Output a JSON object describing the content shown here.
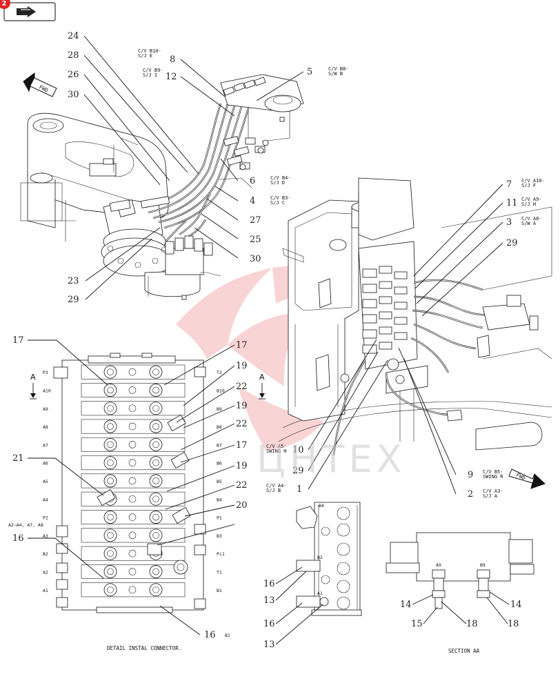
{
  "toolbar": {
    "badge": "2",
    "nav_icon": "arrow-right-icon"
  },
  "fwd_label": "FWD",
  "callouts": {
    "c24": "24",
    "c28": "28",
    "c26": "26",
    "c30a": "30",
    "c8": "8",
    "c12": "12",
    "c5": "5",
    "c6": "6",
    "c4": "4",
    "c27": "27",
    "c25": "25",
    "c30b": "30",
    "c23": "23",
    "c29a": "29",
    "c7": "7",
    "c11": "11",
    "c3": "3",
    "c29b": "29",
    "c10": "10",
    "c29c": "29",
    "c1": "1",
    "c9": "9",
    "c2": "2",
    "d17a": "17",
    "d17b": "17",
    "d19a": "19",
    "d22a": "22",
    "d19b": "19",
    "d22b": "22",
    "d17c": "17",
    "d19c": "19",
    "d22c": "22",
    "d20": "20",
    "d21": "21",
    "d16a": "16",
    "d16b": "16",
    "e16a": "16",
    "e13a": "13",
    "e16b": "16",
    "e13b": "13",
    "s14a": "14",
    "s15": "15",
    "s18a": "18",
    "s18b": "18",
    "s14b": "14"
  },
  "notes": {
    "b10": [
      "C/V B10-",
      "S/J E"
    ],
    "b9": [
      "C/V B9-",
      "S/J I"
    ],
    "b8": [
      "C/V B8-",
      "S/W B"
    ],
    "b4": [
      "C/V B4-",
      "S/J D"
    ],
    "b3": [
      "C/V B3-",
      "S/J C"
    ],
    "a10": [
      "C/V A10-",
      "S/J F"
    ],
    "a9": [
      "C/V A9-",
      "S/J H"
    ],
    "a8": [
      "C/V A8-",
      "S/W A"
    ],
    "a5": [
      "C/V A5-",
      "SWING H"
    ],
    "a4": [
      "C/V A4-",
      "S/J B"
    ],
    "b5": [
      "C/V B5-",
      "SWING R"
    ],
    "a3": [
      "C/V A3-",
      "S/J A"
    ]
  },
  "section_marks": {
    "left": "A",
    "right": "A"
  },
  "ports_left": [
    "P3",
    "A10",
    "A9",
    "A8",
    "A7",
    "A6",
    "A5",
    "A4",
    "P2",
    "A3",
    "B2",
    "A2",
    "A1"
  ],
  "ports_left_note": "A2~A4, A7, A8",
  "ports_right": [
    "T2",
    "B10",
    "B9",
    "B8",
    "B7",
    "B6",
    "B5",
    "B4",
    "P1",
    "B3",
    "Pi1",
    "T1",
    "B1"
  ],
  "port_bottom": "B1",
  "detail_ports": {
    "b4": "B4",
    "b2": "B2",
    "a1": "A1"
  },
  "section_ports": {
    "a9": "A9",
    "b9": "B9"
  },
  "captions": {
    "detail": "DETAIL INSTAL CONNECTOR.",
    "section": "SECTION AA"
  },
  "watermark": "ЦНТЕХ"
}
